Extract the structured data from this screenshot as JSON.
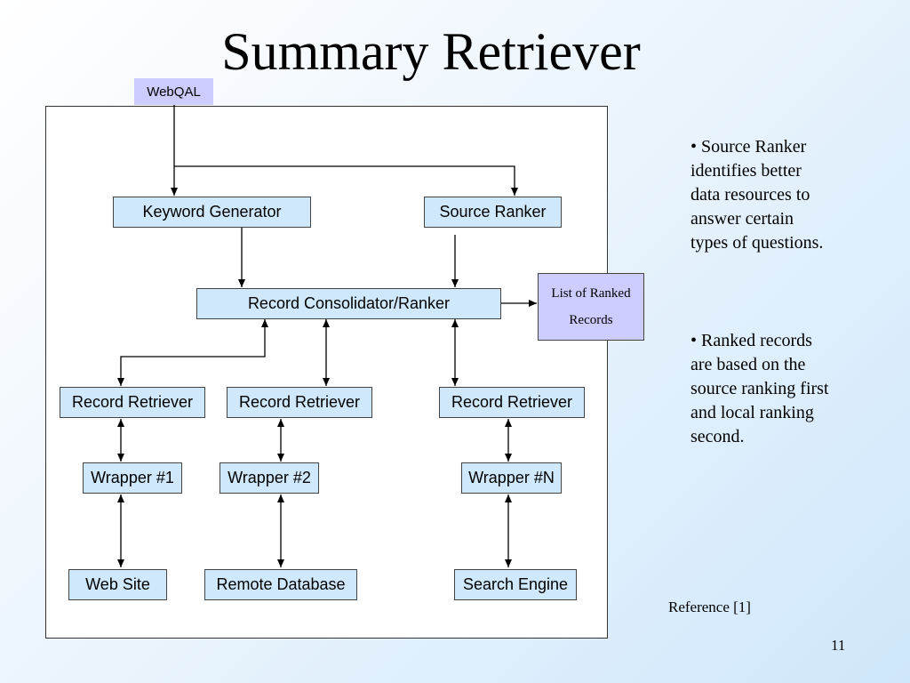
{
  "slide": {
    "title": "Summary Retriever",
    "page_number": "11",
    "reference": "Reference [1]"
  },
  "diagram": {
    "webqal": "WebQAL",
    "keyword_generator": "Keyword Generator",
    "source_ranker": "Source Ranker",
    "consolidator": "Record Consolidator/Ranker",
    "ranked_records_line1": "List of Ranked",
    "ranked_records_line2": "Records",
    "retrievers": [
      "Record Retriever",
      "Record Retriever",
      "Record Retriever"
    ],
    "wrappers": [
      "Wrapper #1",
      "Wrapper #2",
      "Wrapper #N"
    ],
    "sources": [
      "Web Site",
      "Remote Database",
      "Search Engine"
    ],
    "colors": {
      "box_fill": "#cfe8fb",
      "highlight_fill": "#ccccff"
    }
  },
  "notes": [
    "•  Source Ranker\nidentifies better\ndata resources to\nanswer certain\ntypes of questions.",
    "• Ranked records\nare based on the\nsource ranking first\nand local ranking\nsecond."
  ]
}
